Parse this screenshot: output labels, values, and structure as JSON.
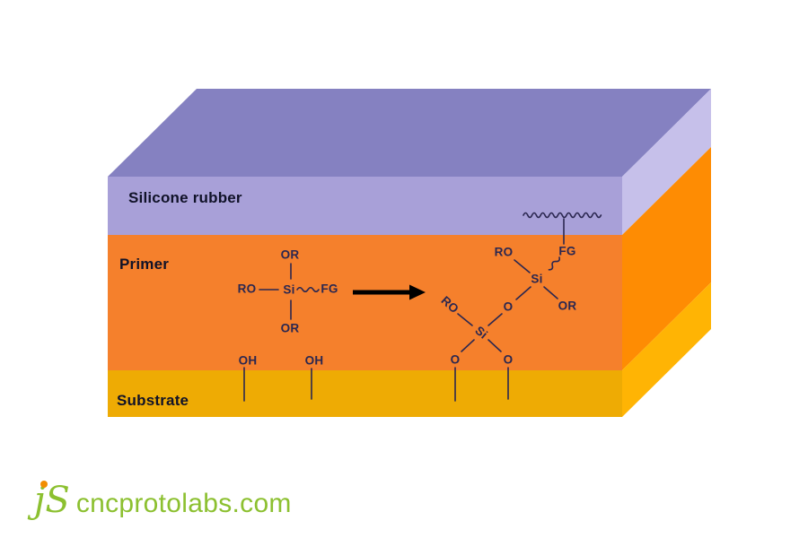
{
  "layers": {
    "silicone_label": "Silicone rubber",
    "primer_label": "Primer",
    "substrate_label": "Substrate"
  },
  "colors": {
    "top_face": "#8581c1",
    "front_silicone": "#a8a0d8",
    "front_primer": "#f5802c",
    "front_substrate": "#eeab04",
    "side_silicone": "#c6c0ea",
    "side_primer": "#fe8c03",
    "side_substrate": "#ffb404",
    "chem_ink": "#2b2750",
    "label_ink": "#101228",
    "arrow_black": "#000000",
    "logo_green": "#8cc030",
    "logo_dot_orange": "#f28d00"
  },
  "molecule_left": {
    "or_top": "OR",
    "ro": "RO",
    "si": "Si",
    "fg": "FG",
    "or_bottom": "OR"
  },
  "substrate_groups": {
    "oh_1": "OH",
    "oh_2": "OH"
  },
  "molecule_right": {
    "ro_top": "RO",
    "fg": "FG",
    "si_top": "Si",
    "or_right": "OR",
    "o_bridge": "O",
    "ro_left": "RO",
    "si_bottom": "Si",
    "o_left": "O",
    "o_right": "O"
  },
  "footer": {
    "logo_mark": "jS",
    "logo_domain": "cncprotolabs.com"
  }
}
